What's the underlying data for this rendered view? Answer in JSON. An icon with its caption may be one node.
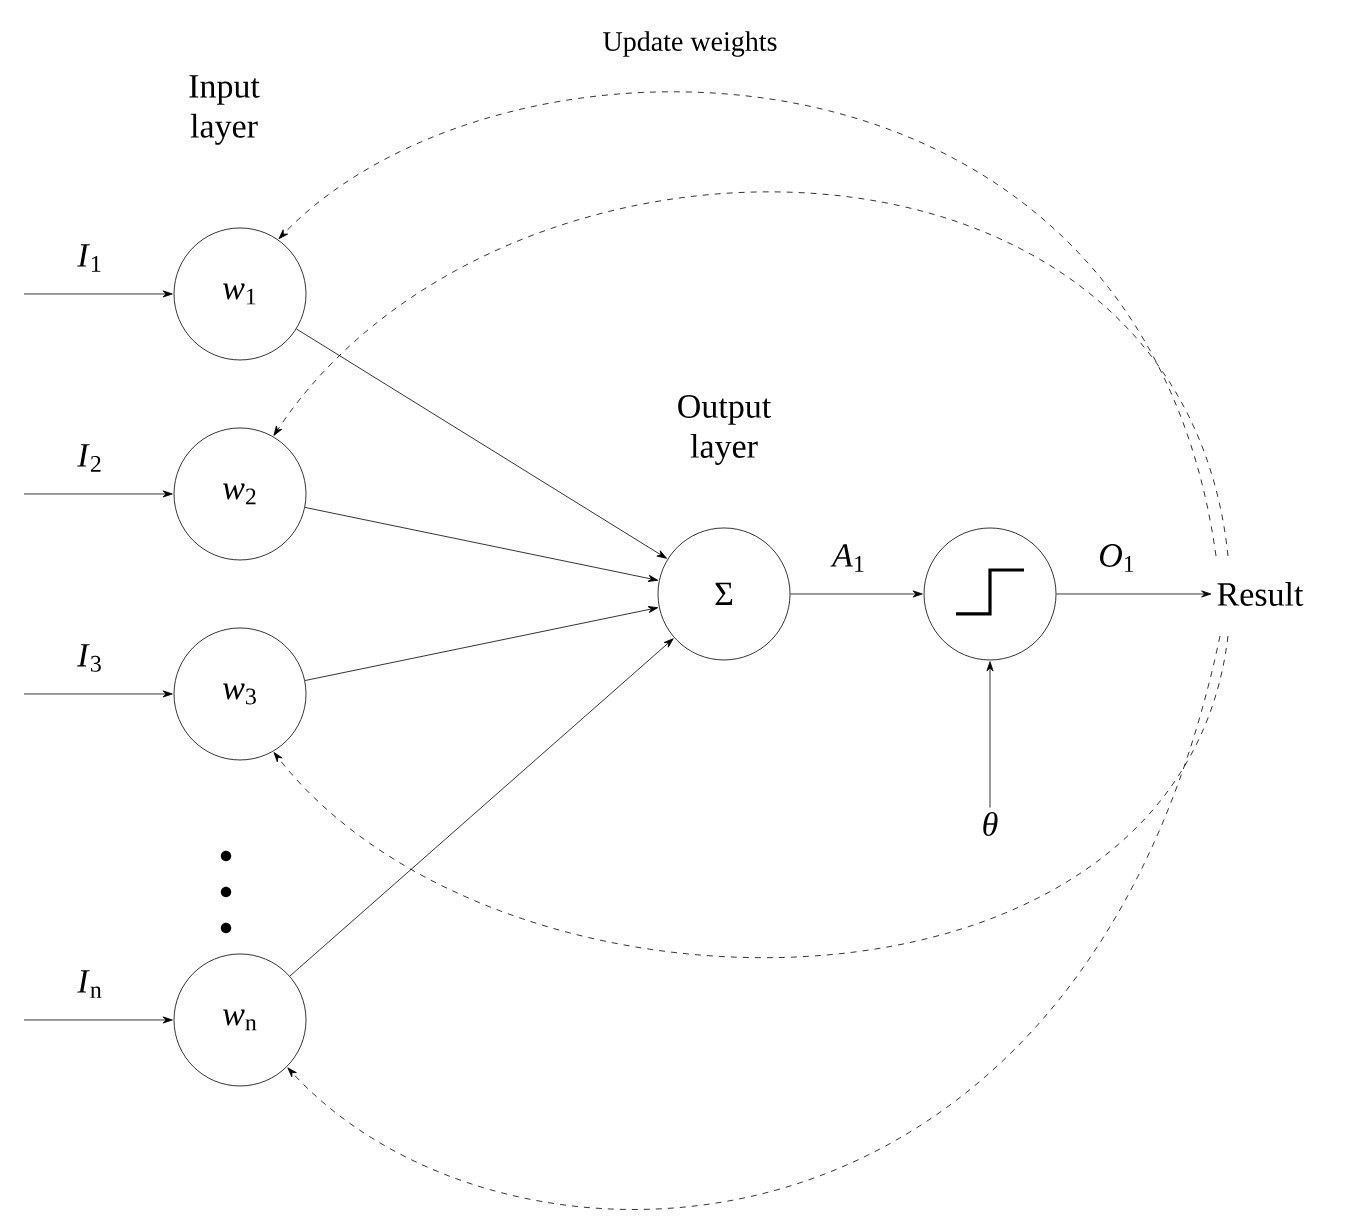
{
  "diagram": {
    "nodes": [
      {
        "text": [
          "*w*$_{1}$"
        ]
      },
      {
        "text": [
          "*w*$_{2}$"
        ]
      },
      {
        "text": [
          "*w*$_{3}$"
        ]
      },
      {
        "text": [
          "*w*$_{n}$"
        ]
      },
      {
        "text": [
          "Σ"
        ],
        "beside": [
          "Output layer"
        ]
      },
      {
        "text": [],
        "shape": "circle"
      },
      {
        "text": [
          "Result"
        ]
      },
      {
        "text": [
          "*θ*"
        ]
      }
    ],
    "edges": [
      {
        "from": null,
        "to": 0,
        "arrow": "to",
        "label": "*I*$_{1}$"
      },
      {
        "from": null,
        "to": 1,
        "arrow": "to",
        "label": "*I*$_{2}$"
      },
      {
        "from": null,
        "to": 2,
        "arrow": "to",
        "label": "*I*$_{3}$"
      },
      {
        "from": null,
        "to": 3,
        "arrow": "to",
        "label": "*I*$_{n}$"
      },
      {
        "from": 0,
        "to": 4,
        "arrow": "to"
      },
      {
        "from": 1,
        "to": 4,
        "arrow": "to"
      },
      {
        "from": 2,
        "to": 4,
        "arrow": "to"
      },
      {
        "from": 3,
        "to": 4,
        "arrow": "to"
      },
      {
        "from": 4,
        "to": 5,
        "arrow": "to",
        "label": "*A*$_{1}$"
      },
      {
        "from": 5,
        "to": 6,
        "arrow": "to",
        "label": "*O*$_{1}$"
      },
      {
        "from": 7,
        "to": 5,
        "arrow": "to"
      },
      {
        "from": 6,
        "to": 0,
        "arrow": "to",
        "style": "dashed"
      },
      {
        "from": 6,
        "to": 1,
        "arrow": "to",
        "style": "dashed"
      },
      {
        "from": 6,
        "to": 2,
        "arrow": "to",
        "style": "dashed"
      },
      {
        "from": 6,
        "to": 3,
        "arrow": "to",
        "style": "dashed"
      }
    ],
    "labels": [
      "Update weights",
      "Input layer"
    ]
  }
}
